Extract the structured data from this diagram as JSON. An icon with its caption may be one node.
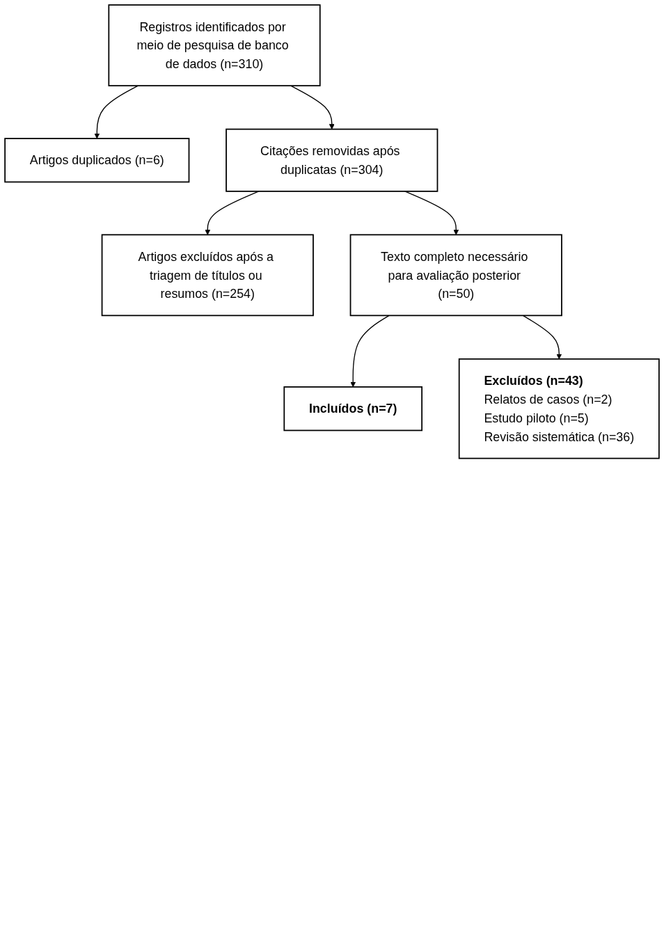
{
  "diagram": {
    "nodes": [
      {
        "text": [
          "Registros identificados por meio de pesquisa de banco de dados (n=310)"
        ]
      },
      {
        "text": [
          "Artigos duplicados (n=6)"
        ]
      },
      {
        "text": [
          "Citações removidas após duplicatas (n=304)"
        ]
      },
      {
        "text": [
          "Artigos excluídos após a triagem de títulos ou resumos (n=254)"
        ]
      },
      {
        "text": [
          "Texto completo necessário para avaliação posterior (n=50)"
        ]
      },
      {
        "text": [
          "Excluídos (n=43)",
          "Relatos de casos (n=2)",
          "Estudo piloto (n=5)",
          "Revisão sistemática (n=36)"
        ]
      },
      {
        "text": [
          "Incluídos (n=7)"
        ]
      }
    ],
    "edges": [
      {
        "from": 0,
        "to": 2,
        "arrow": "to"
      },
      {
        "from": 0,
        "to": 1,
        "arrow": "to"
      },
      {
        "from": 2,
        "to": 4,
        "arrow": "to"
      },
      {
        "from": 2,
        "to": 3,
        "arrow": "to"
      },
      {
        "from": 4,
        "to": 6,
        "arrow": "to"
      },
      {
        "from": 4,
        "to": 5,
        "arrow": "to"
      }
    ]
  }
}
